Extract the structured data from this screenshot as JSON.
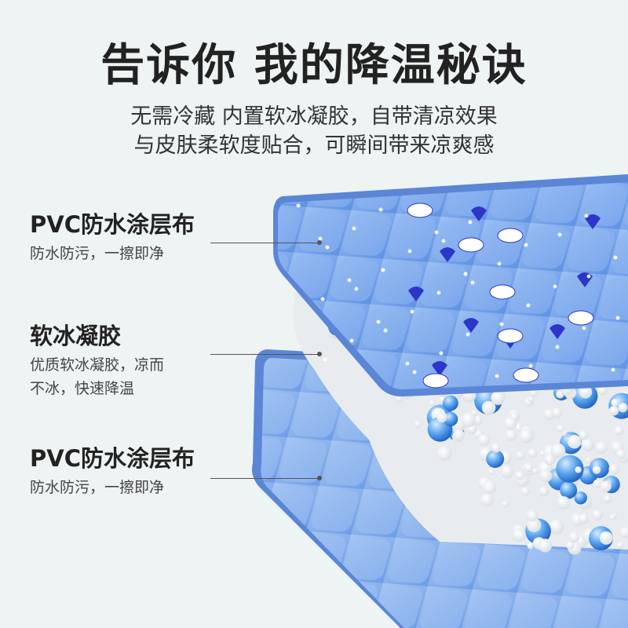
{
  "heading": {
    "title": "告诉你 我的降温秘诀",
    "subtitle_line1": "无需冷藏 内置软冰凝胶，自带清凉效果",
    "subtitle_line2": "与皮肤柔软度贴合，可瞬间带来凉爽感"
  },
  "layers": [
    {
      "title": "PVC防水涂层布",
      "desc_line1": "防水防污，一擦即净",
      "desc_line2": ""
    },
    {
      "title": "软冰凝胶",
      "desc_line1": "优质软冰凝胶，凉而",
      "desc_line2": "不冰，快速降温"
    },
    {
      "title": "PVC防水涂层布",
      "desc_line1": "防水防污，一擦即净",
      "desc_line2": ""
    }
  ],
  "colors": {
    "background": "#eef3f4",
    "mat_blue": "#6f9ee8",
    "mat_edge": "#5b86d6",
    "gel_white": "#f4f6f8",
    "gel_blue": "#3f8ee0",
    "penguin_blue": "#2d36c8"
  },
  "icons": [
    "polar-bear-icon",
    "penguin-icon"
  ]
}
